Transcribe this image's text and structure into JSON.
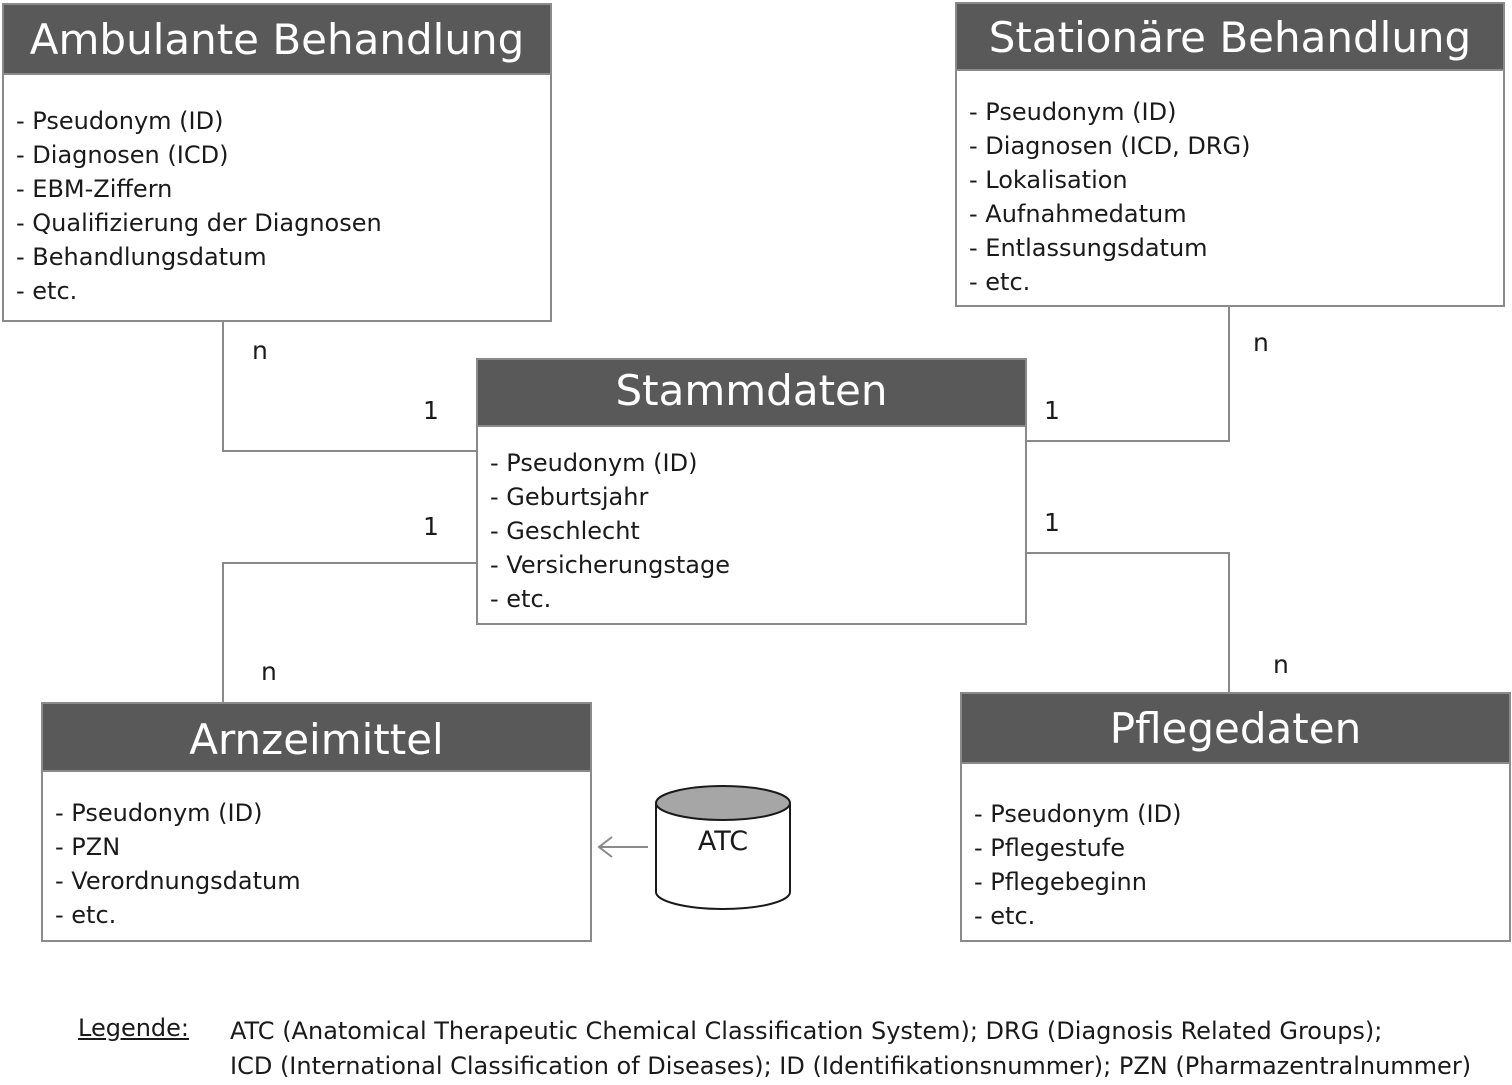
{
  "entities": {
    "ambulant": {
      "title": "Ambulante Behandlung",
      "fields": [
        "- Pseudonym (ID)",
        "- Diagnosen (ICD)",
        "- EBM-Ziffern",
        "- Qualifizierung der Diagnosen",
        "- Behandlungsdatum",
        "- etc."
      ]
    },
    "stationaer": {
      "title": "Stationäre Behandlung",
      "fields": [
        "- Pseudonym (ID)",
        "- Diagnosen (ICD, DRG)",
        "- Lokalisation",
        "- Aufnahmedatum",
        "- Entlassungsdatum",
        "- etc."
      ]
    },
    "stammdaten": {
      "title": "Stammdaten",
      "fields": [
        "- Pseudonym (ID)",
        "- Geburtsjahr",
        "- Geschlecht",
        "- Versicherungstage",
        "- etc."
      ]
    },
    "arzneimittel": {
      "title": "Arnzeimittel",
      "fields": [
        "- Pseudonym (ID)",
        "- PZN",
        "- Verordnungsdatum",
        "- etc."
      ]
    },
    "pflegedaten": {
      "title": "Pflegedaten",
      "fields": [
        "- Pseudonym (ID)",
        "- Pflegestufe",
        "- Pflegebeginn",
        "- etc."
      ]
    }
  },
  "relations": {
    "ambulant": {
      "many": "n",
      "one": "1"
    },
    "stationaer": {
      "many": "n",
      "one": "1"
    },
    "arzneimittel": {
      "many": "n",
      "one": "1"
    },
    "pflegedaten": {
      "many": "n",
      "one": "1"
    }
  },
  "atc": {
    "label": "ATC"
  },
  "legend": {
    "title": "Legende:",
    "lines": [
      "ATC (Anatomical Therapeutic Chemical Classification System); DRG (Diagnosis Related Groups);",
      "ICD (International Classification of Diseases); ID (Identifikationsnummer); PZN (Pharmazentralnummer)"
    ]
  },
  "colors": {
    "header_fill": "#595959",
    "border": "#8a8a8a",
    "cylinder_top": "#a6a6a6"
  }
}
